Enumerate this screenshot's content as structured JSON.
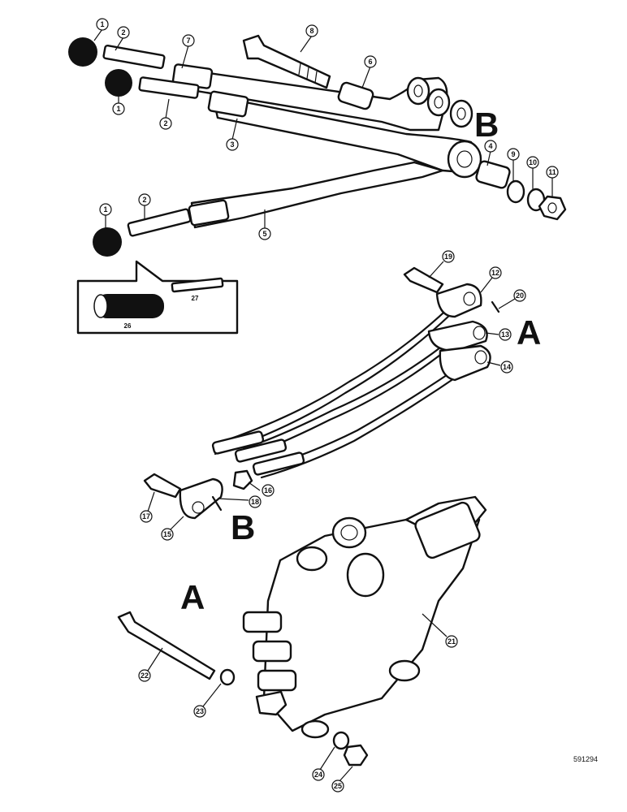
{
  "labels": {
    "b_top": "B",
    "a_mid": "A",
    "b_low": "B",
    "a_low": "A",
    "ref_number": "591294"
  },
  "inset_labels": [
    "26",
    "27"
  ],
  "callouts": [
    "1",
    "2",
    "7",
    "8",
    "6",
    "1",
    "2",
    "3",
    "4",
    "9",
    "10",
    "11",
    "1",
    "2",
    "5",
    "19",
    "12",
    "20",
    "13",
    "14",
    "17",
    "15",
    "18",
    "16",
    "21",
    "22",
    "23",
    "24",
    "25"
  ]
}
